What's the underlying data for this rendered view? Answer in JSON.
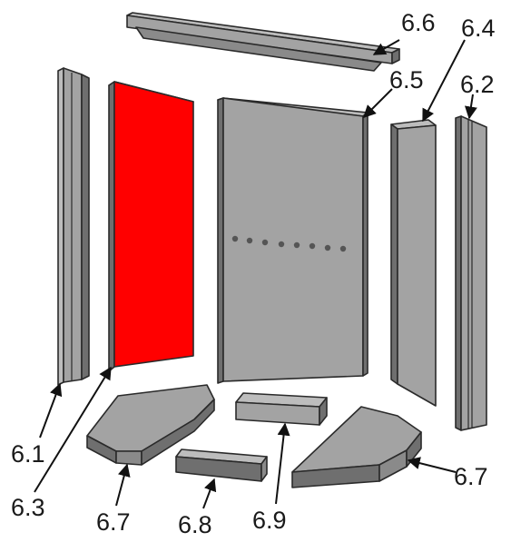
{
  "diagram": {
    "colors": {
      "background": "#ffffff",
      "part_face": "#a3a3a3",
      "part_light": "#bdbdbd",
      "part_dark": "#6f6f6f",
      "highlight": "#ff0000",
      "outline": "#2a2a2a"
    },
    "labels": {
      "p61": "6.1",
      "p62": "6.2",
      "p63": "6.3",
      "p64": "6.4",
      "p65": "6.5",
      "p66": "6.6",
      "p67_left": "6.7",
      "p67_right": "6.7",
      "p68": "6.8",
      "p69": "6.9"
    },
    "highlighted_part": "6.3"
  }
}
